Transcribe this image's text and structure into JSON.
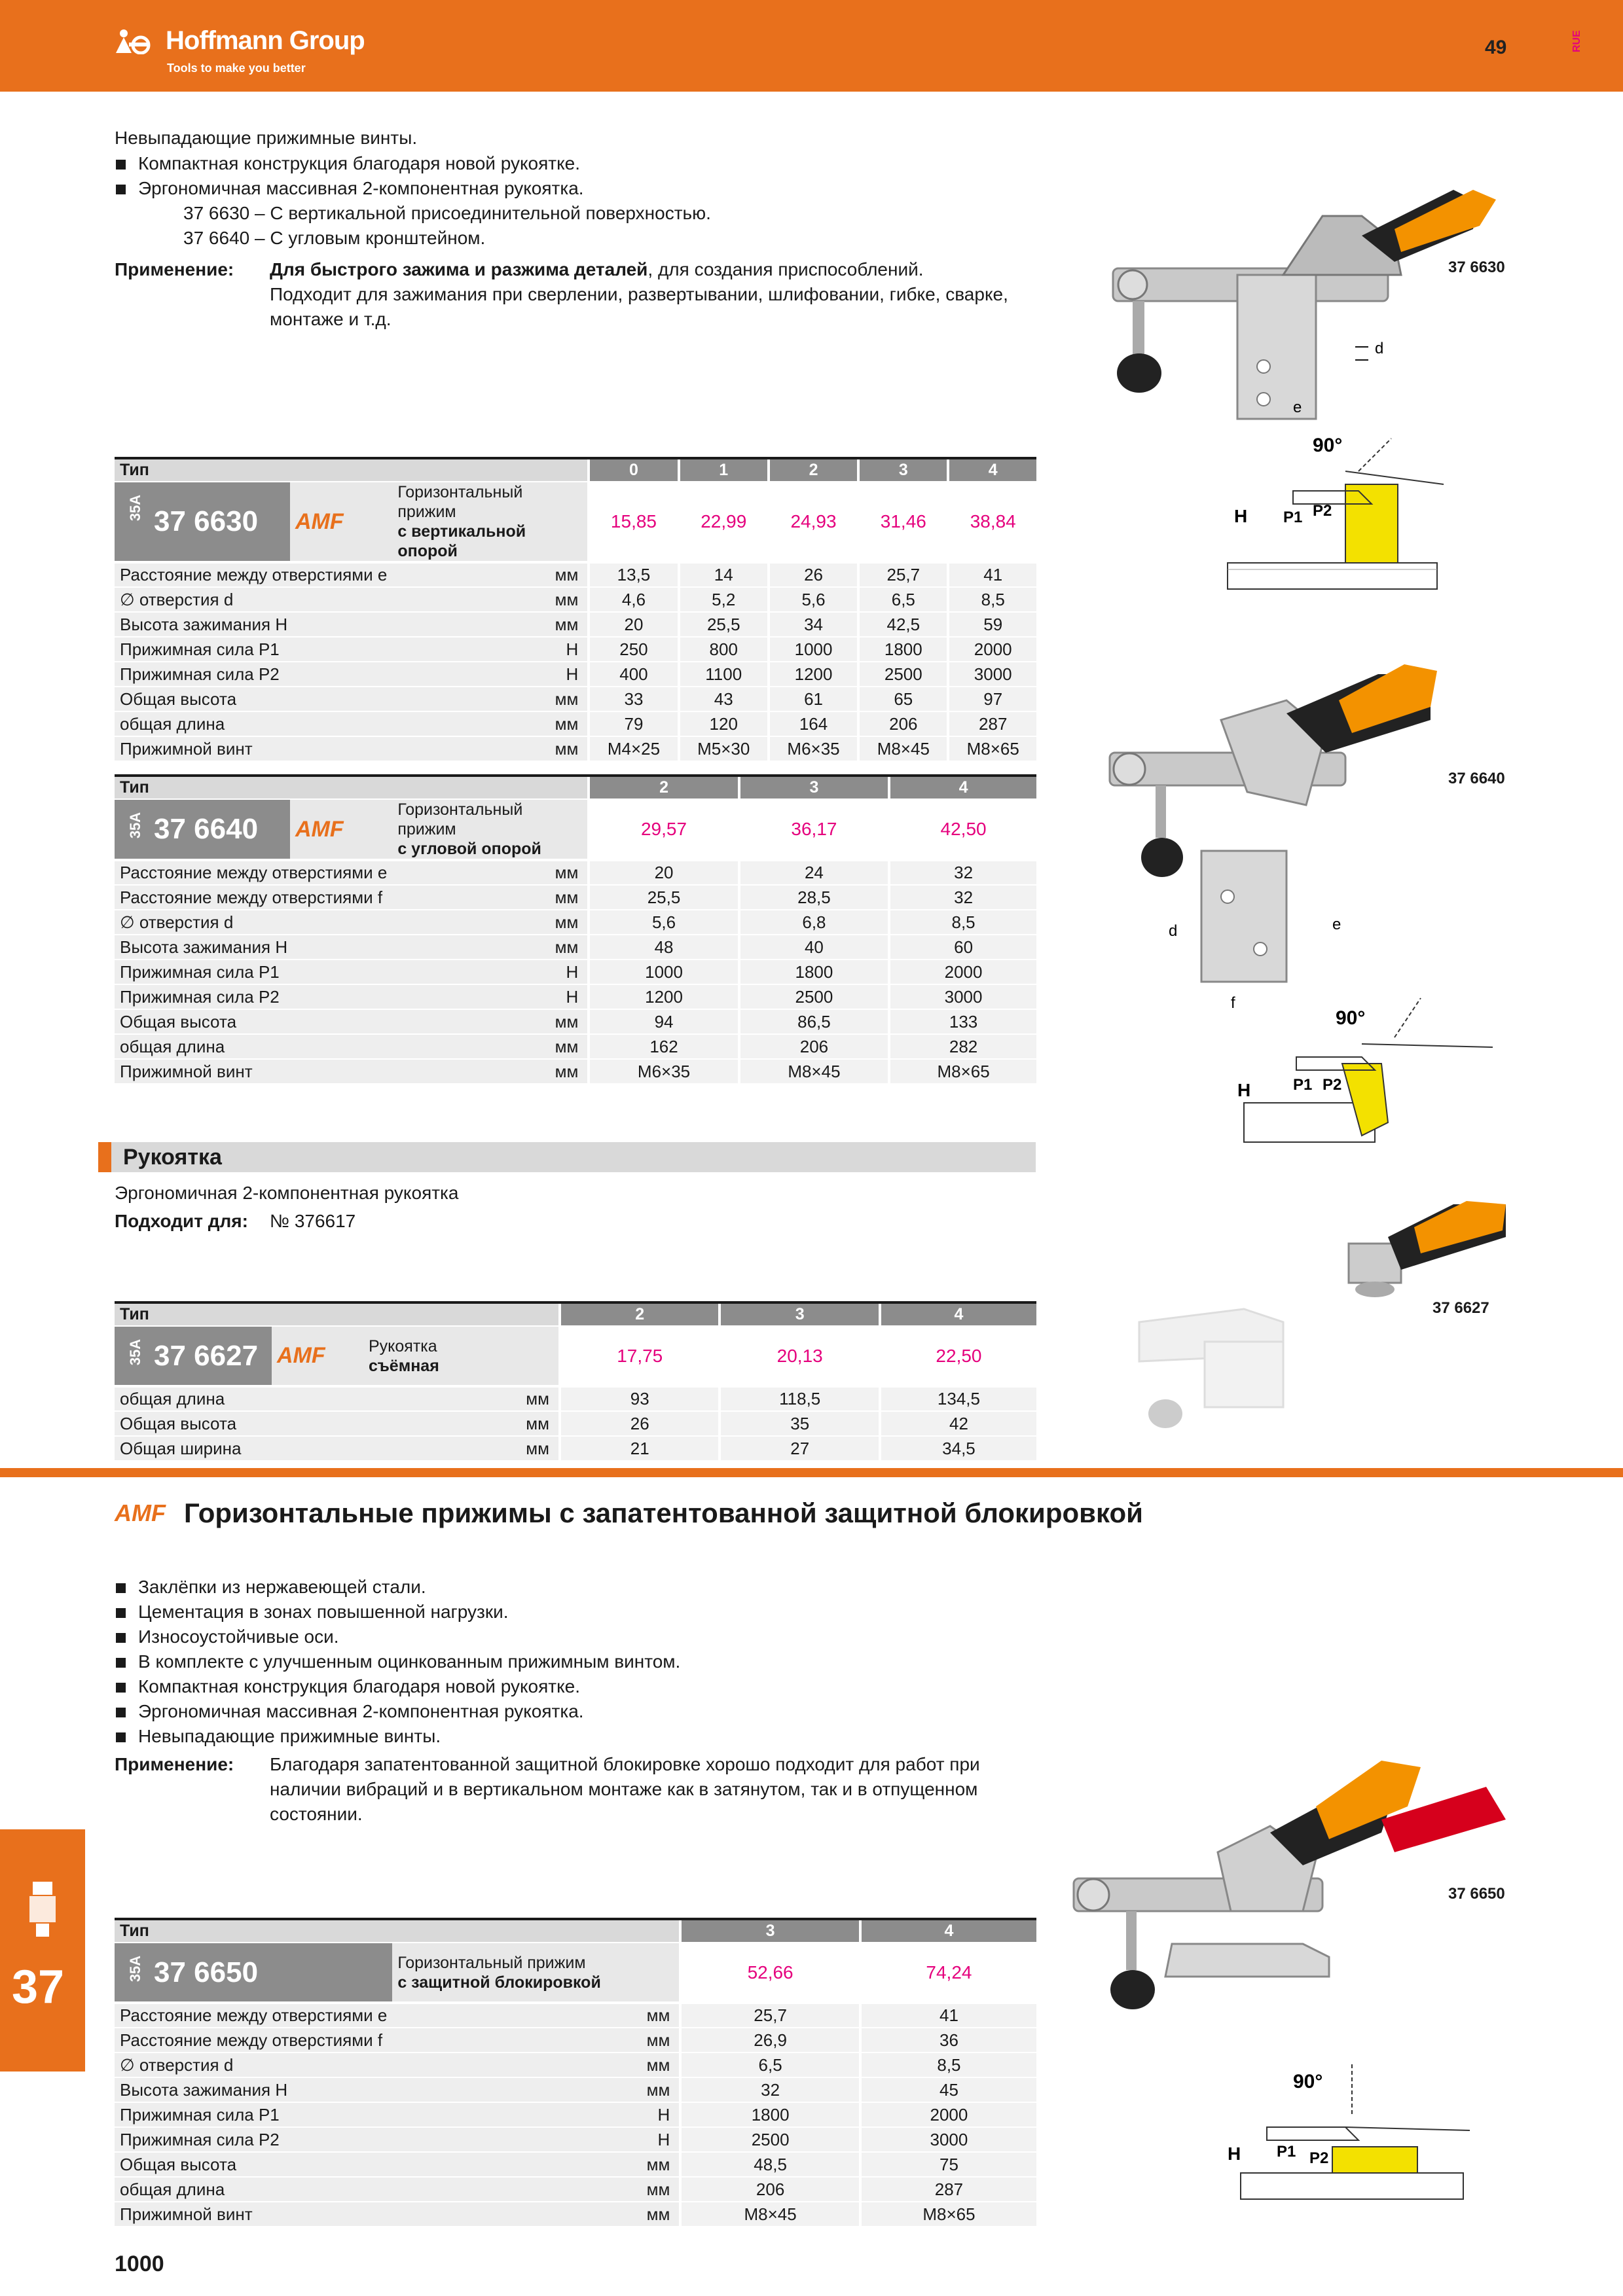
{
  "header": {
    "brand": "Hoffmann Group",
    "tagline": "Tools to make you better",
    "page_number": "49",
    "lang_code": "RUE"
  },
  "intro": {
    "line1": "Невыпадающие прижимные винты.",
    "bullets": [
      "Компактная конструкция благодаря новой рукоятке.",
      "Эргономичная массивная 2-компонентная рукоятка."
    ],
    "sub1": "37 6630 –  С вертикальной присоединительной поверхностью.",
    "sub2": "37 6640 –  С угловым кронштейном.",
    "app_label": "Применение:",
    "app_bold": "Для быстрого зажима и разжима деталей",
    "app_rest": ", для создания приспособлений.",
    "app_line2": "Подходит для зажимания при сверлении, развертывании, шлифовании, гибке, сварке,",
    "app_line3": "монтаже и т.д."
  },
  "captions": {
    "c1": "37 6630",
    "c2": "37 6640",
    "c3": "37 6627",
    "c4": "37 6650"
  },
  "t1": {
    "type_label": "Тип",
    "sizes": [
      "0",
      "1",
      "2",
      "3",
      "4"
    ],
    "prefix": "35A",
    "code": "37 6630",
    "brand": "AMF",
    "desc_line1": "Горизонтальный прижим",
    "desc_line2": "с вертикальной опорой",
    "prices": [
      "15,85",
      "22,99",
      "24,93",
      "31,46",
      "38,84"
    ],
    "rows": [
      {
        "label": "Расстояние между отверстиями e",
        "unit": "мм",
        "vals": [
          "13,5",
          "14",
          "26",
          "25,7",
          "41"
        ]
      },
      {
        "label": "∅ отверстия d",
        "unit": "мм",
        "vals": [
          "4,6",
          "5,2",
          "5,6",
          "6,5",
          "8,5"
        ]
      },
      {
        "label": "Высота зажимания H",
        "unit": "мм",
        "vals": [
          "20",
          "25,5",
          "34",
          "42,5",
          "59"
        ]
      },
      {
        "label": "Прижимная сила P1",
        "unit": "Н",
        "vals": [
          "250",
          "800",
          "1000",
          "1800",
          "2000"
        ]
      },
      {
        "label": "Прижимная сила P2",
        "unit": "Н",
        "vals": [
          "400",
          "1100",
          "1200",
          "2500",
          "3000"
        ]
      },
      {
        "label": "Общая высота",
        "unit": "мм",
        "vals": [
          "33",
          "43",
          "61",
          "65",
          "97"
        ]
      },
      {
        "label": "общая длина",
        "unit": "мм",
        "vals": [
          "79",
          "120",
          "164",
          "206",
          "287"
        ]
      },
      {
        "label": "Прижимной винт",
        "unit": "мм",
        "vals": [
          "M4×25",
          "M5×30",
          "M6×35",
          "M8×45",
          "M8×65"
        ]
      }
    ]
  },
  "t2": {
    "type_label": "Тип",
    "sizes": [
      "2",
      "3",
      "4"
    ],
    "prefix": "35A",
    "code": "37 6640",
    "brand": "AMF",
    "desc_line1": "Горизонтальный прижим",
    "desc_line2": "с угловой опорой",
    "prices": [
      "29,57",
      "36,17",
      "42,50"
    ],
    "rows": [
      {
        "label": "Расстояние между отверстиями e",
        "unit": "мм",
        "vals": [
          "20",
          "24",
          "32"
        ]
      },
      {
        "label": "Расстояние между отверстиями f",
        "unit": "мм",
        "vals": [
          "25,5",
          "28,5",
          "32"
        ]
      },
      {
        "label": "∅ отверстия d",
        "unit": "мм",
        "vals": [
          "5,6",
          "6,8",
          "8,5"
        ]
      },
      {
        "label": "Высота зажимания H",
        "unit": "мм",
        "vals": [
          "48",
          "40",
          "60"
        ]
      },
      {
        "label": "Прижимная сила P1",
        "unit": "Н",
        "vals": [
          "1000",
          "1800",
          "2000"
        ]
      },
      {
        "label": "Прижимная сила P2",
        "unit": "Н",
        "vals": [
          "1200",
          "2500",
          "3000"
        ]
      },
      {
        "label": "Общая высота",
        "unit": "мм",
        "vals": [
          "94",
          "86,5",
          "133"
        ]
      },
      {
        "label": "общая длина",
        "unit": "мм",
        "vals": [
          "162",
          "206",
          "282"
        ]
      },
      {
        "label": "Прижимной винт",
        "unit": "мм",
        "vals": [
          "M6×35",
          "M8×45",
          "M8×65"
        ]
      }
    ]
  },
  "handle": {
    "title": "Рукоятка",
    "line1": "Эргономичная 2-компонентная рукоятка",
    "fits_label": "Подходит для:",
    "fits_value": "№ 376617"
  },
  "t3": {
    "type_label": "Тип",
    "sizes": [
      "2",
      "3",
      "4"
    ],
    "prefix": "35A",
    "code": "37 6627",
    "brand": "AMF",
    "desc_line1": "Рукоятка",
    "desc_line2": "съёмная",
    "prices": [
      "17,75",
      "20,13",
      "22,50"
    ],
    "rows": [
      {
        "label": "общая длина",
        "unit": "мм",
        "vals": [
          "93",
          "118,5",
          "134,5"
        ]
      },
      {
        "label": "Общая высота",
        "unit": "мм",
        "vals": [
          "26",
          "35",
          "42"
        ]
      },
      {
        "label": "Общая ширина",
        "unit": "мм",
        "vals": [
          "21",
          "27",
          "34,5"
        ]
      }
    ]
  },
  "section2": {
    "brand": "AMF",
    "title": "Горизонтальные прижимы с запатентованной защитной блокировкой",
    "bullets": [
      "Заклёпки из нержавеющей стали.",
      "Цементация в зонах повышенной нагрузки.",
      "Износоустойчивые оси.",
      "В комплекте с улучшенным оцинкованным прижимным винтом.",
      "Компактная конструкция благодаря новой рукоятке.",
      "Эргономичная массивная 2-компонентная рукоятка.",
      "Невыпадающие прижимные винты."
    ],
    "app_label": "Применение:",
    "app_line1": "Благодаря запатентованной защитной блокировке хорошо подходит для работ при",
    "app_line2": "наличии вибраций и в вертикальном монтаже как в затянутом, так и в отпущенном",
    "app_line3": "состоянии."
  },
  "t4": {
    "type_label": "Тип",
    "sizes": [
      "3",
      "4"
    ],
    "prefix": "35A",
    "code": "37 6650",
    "desc_line1": "Горизонтальный прижим",
    "desc_line2": "с защитной блокировкой",
    "prices": [
      "52,66",
      "74,24"
    ],
    "rows": [
      {
        "label": "Расстояние между отверстиями e",
        "unit": "мм",
        "vals": [
          "25,7",
          "41"
        ]
      },
      {
        "label": "Расстояние между отверстиями f",
        "unit": "мм",
        "vals": [
          "26,9",
          "36"
        ]
      },
      {
        "label": "∅ отверстия d",
        "unit": "мм",
        "vals": [
          "6,5",
          "8,5"
        ]
      },
      {
        "label": "Высота зажимания H",
        "unit": "мм",
        "vals": [
          "32",
          "45"
        ]
      },
      {
        "label": "Прижимная сила P1",
        "unit": "Н",
        "vals": [
          "1800",
          "2000"
        ]
      },
      {
        "label": "Прижимная сила P2",
        "unit": "Н",
        "vals": [
          "2500",
          "3000"
        ]
      },
      {
        "label": "Общая высота",
        "unit": "мм",
        "vals": [
          "48,5",
          "75"
        ]
      },
      {
        "label": "общая длина",
        "unit": "мм",
        "vals": [
          "206",
          "287"
        ]
      },
      {
        "label": "Прижимной винт",
        "unit": "мм",
        "vals": [
          "M8×45",
          "M8×65"
        ]
      }
    ]
  },
  "side_tab": {
    "number": "37"
  },
  "footer": {
    "page": "1000"
  },
  "diagram_labels": {
    "d": "d",
    "e": "e",
    "f": "f",
    "H": "H",
    "P1": "P1",
    "P2": "P2",
    "angle": "90°"
  },
  "colors": {
    "accent": "#e8701c",
    "price": "#e5007d"
  }
}
